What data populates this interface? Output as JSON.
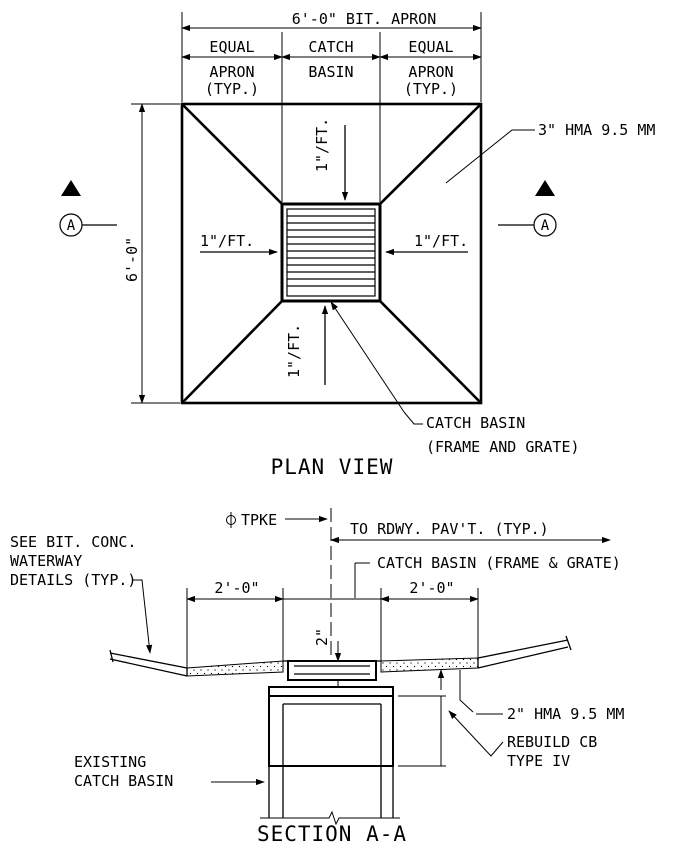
{
  "plan": {
    "title": "PLAN VIEW",
    "overall_width_label": "6'-0\" BIT. APRON",
    "left_top_label": "EQUAL",
    "left_bottom_label": "APRON",
    "left_typ": "(TYP.)",
    "center_top_label": "CATCH",
    "center_bottom_label": "BASIN",
    "right_top_label": "EQUAL",
    "right_bottom_label": "APRON",
    "right_typ": "(TYP.)",
    "height_label": "6'-0\"",
    "slope_top": "1\"/FT.",
    "slope_left": "1\"/FT.",
    "slope_right": "1\"/FT.",
    "slope_bottom": "1\"/FT.",
    "hma_callout": "3\" HMA 9.5 MM",
    "catch_basin_line1": "CATCH BASIN",
    "catch_basin_line2": "(FRAME AND GRATE)",
    "section_marker_left": "A",
    "section_marker_right": "A"
  },
  "section": {
    "title": "SECTION A-A",
    "centerline_label": "TPKE",
    "rdwy_label": "TO RDWY. PAV'T. (TYP.)",
    "frame_grate_label": "CATCH BASIN (FRAME & GRATE)",
    "waterway_line1": "SEE BIT. CONC.",
    "waterway_line2": "WATERWAY",
    "waterway_line3": "DETAILS (TYP.)",
    "left_dim": "2'-0\"",
    "right_dim": "2'-0\"",
    "depth_label": "2\"",
    "hma_label": "2\" HMA 9.5 MM",
    "rebuild_line1": "REBUILD CB",
    "rebuild_line2": "TYPE IV",
    "existing_line1": "EXISTING",
    "existing_line2": "CATCH BASIN"
  },
  "colors": {
    "ink": "#000000",
    "paper": "#ffffff"
  }
}
